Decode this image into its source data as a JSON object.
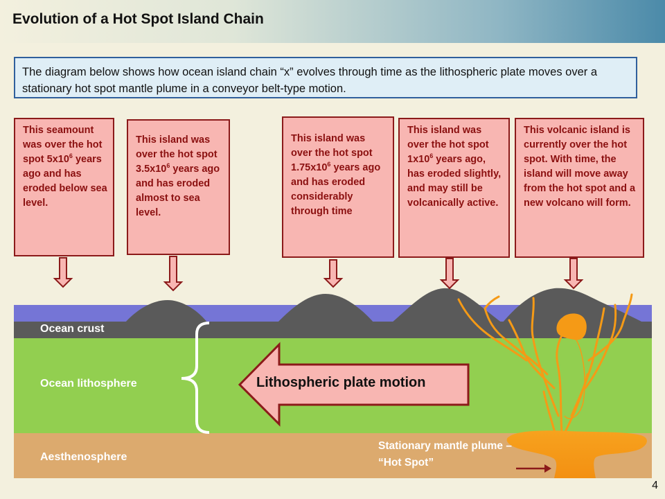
{
  "title": "Evolution of a Hot Spot Island Chain",
  "intro": "The diagram below shows how ocean island chain “x” evolves through time as the lithospheric plate moves over a stationary hot spot mantle plume in a conveyor belt-type motion.",
  "boxes": [
    {
      "pre": "This seamount was over the hot spot 5x10",
      "sup": "6",
      "post": " years ago and has eroded below sea level."
    },
    {
      "pre": "This island was over the hot spot 3.5x10",
      "sup": "6",
      "post": " years ago and has eroded almost to sea level."
    },
    {
      "pre": "This island was over the hot spot 1.75x10",
      "sup": "6",
      "post": " years ago and has eroded considerably through time"
    },
    {
      "pre": "This island was over the hot spot 1x10",
      "sup": "6",
      "post": " years ago, has eroded slightly, and may still be volcanically active."
    },
    {
      "pre": "This volcanic island is currently over the hot spot. With time, the island will move away from the hot spot and a new volcano will form.",
      "sup": "",
      "post": ""
    }
  ],
  "layers": {
    "crust": "Ocean crust",
    "lithosphere": "Ocean lithosphere",
    "aesthenosphere": "Aesthenosphere"
  },
  "plate_motion": "Lithospheric plate motion",
  "plume": "Stationary mantle plume – “Hot Spot”",
  "page_number": "4",
  "colors": {
    "ocean": "#7575d6",
    "crust": "#5a5a5a",
    "lithosphere": "#92cf50",
    "aesthenosphere": "#dcaa6e",
    "magma": "#f59a16",
    "box_fill": "#f8b6b2",
    "box_border": "#8b1a1a"
  }
}
